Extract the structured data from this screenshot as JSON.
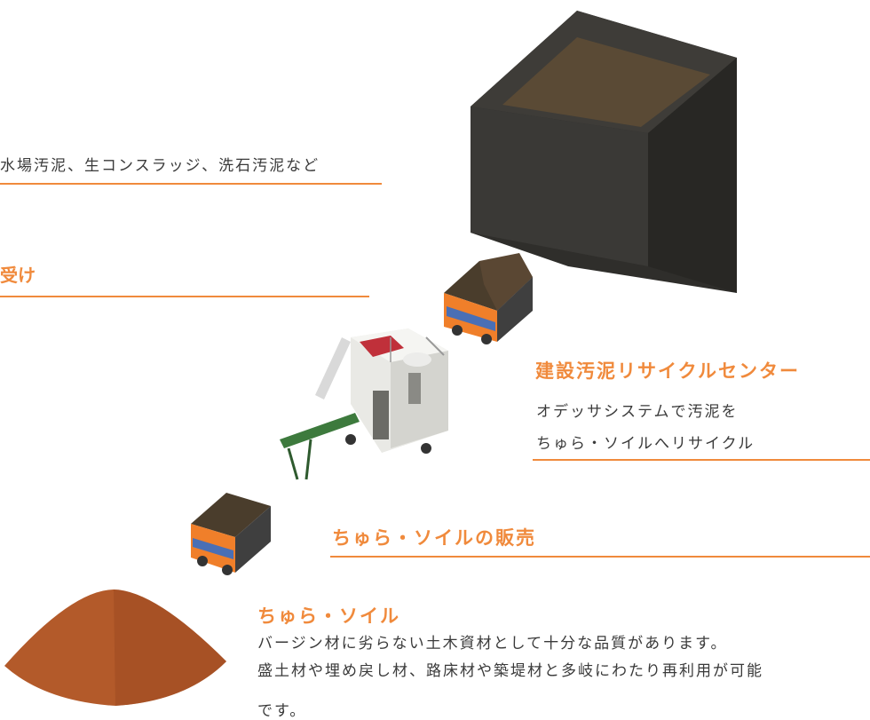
{
  "sludge_types": "水場汚泥、生コンスラッジ、洗石汚泥など",
  "acceptance_heading": "受け",
  "recycle_center": {
    "title": "建設汚泥リサイクルセンター",
    "line1": "オデッサシステムで汚泥を",
    "line2": "ちゅら・ソイルへリサイクル"
  },
  "sales_heading": "ちゅら・ソイルの販売",
  "churasoil": {
    "title": "ちゅら・ソイル",
    "line1": "バージン材に劣らない土木資材として十分な品質があります。",
    "line2": "盛土材や埋め戻し材、路床材や築堤材と多岐にわたり再利用が可能",
    "line3": "です。"
  },
  "colors": {
    "accent": "#f08a3c",
    "text": "#3a3a3a",
    "storage_dark": "#3b3a37",
    "soil": "#b35a2a"
  }
}
